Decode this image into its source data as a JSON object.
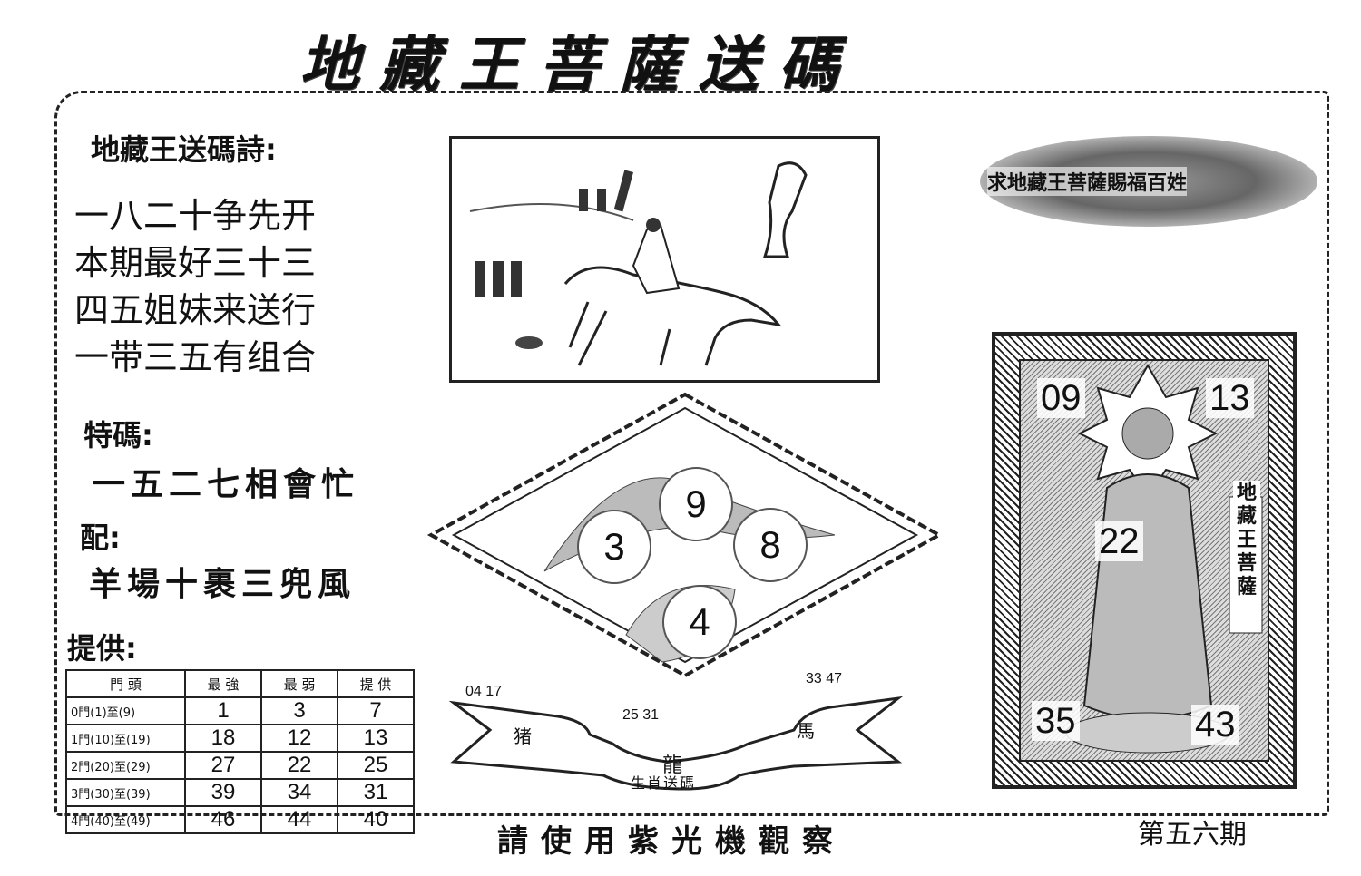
{
  "title": "地藏王菩薩送碼",
  "poem": {
    "heading": "地藏王送碼詩:",
    "lines": [
      "一八二十争先开",
      "本期最好三十三",
      "四五姐妹来送行",
      "一带三五有组合"
    ]
  },
  "special": {
    "label": "特碼:",
    "text": "一五二七相會忙"
  },
  "pair": {
    "label": "配:",
    "text": "羊場十裹三兜風"
  },
  "provide": {
    "label": "提供:"
  },
  "table": {
    "headers": [
      "門 頭",
      "最 強",
      "最 弱",
      "提 供"
    ],
    "rows": [
      {
        "label": "0門(1)至(9)",
        "values": [
          "1",
          "3",
          "7"
        ]
      },
      {
        "label": "1門(10)至(19)",
        "values": [
          "18",
          "12",
          "13"
        ]
      },
      {
        "label": "2門(20)至(29)",
        "values": [
          "27",
          "22",
          "25"
        ]
      },
      {
        "label": "3門(30)至(39)",
        "values": [
          "39",
          "34",
          "31"
        ]
      },
      {
        "label": "4門(40)至(49)",
        "values": [
          "46",
          "44",
          "40"
        ]
      }
    ]
  },
  "banner": {
    "text": "求地藏王菩薩賜福百姓"
  },
  "diamond": {
    "balls": [
      "9",
      "3",
      "8",
      "4"
    ]
  },
  "zodiac": {
    "left_nums": "04 17",
    "mid_nums": "25 31",
    "right_nums": "33 47",
    "left_label": "猪",
    "right_label": "馬",
    "center_label": "龍",
    "caption": "生肖送碼"
  },
  "buddha": {
    "tl": "09",
    "tr": "13",
    "center": "22",
    "bl": "35",
    "br": "43",
    "side_text": "地藏王菩薩"
  },
  "footer": {
    "note": "請使用紫光機觀察",
    "issue": "第五六期"
  },
  "colors": {
    "ink": "#111111",
    "paper": "#ffffff"
  }
}
